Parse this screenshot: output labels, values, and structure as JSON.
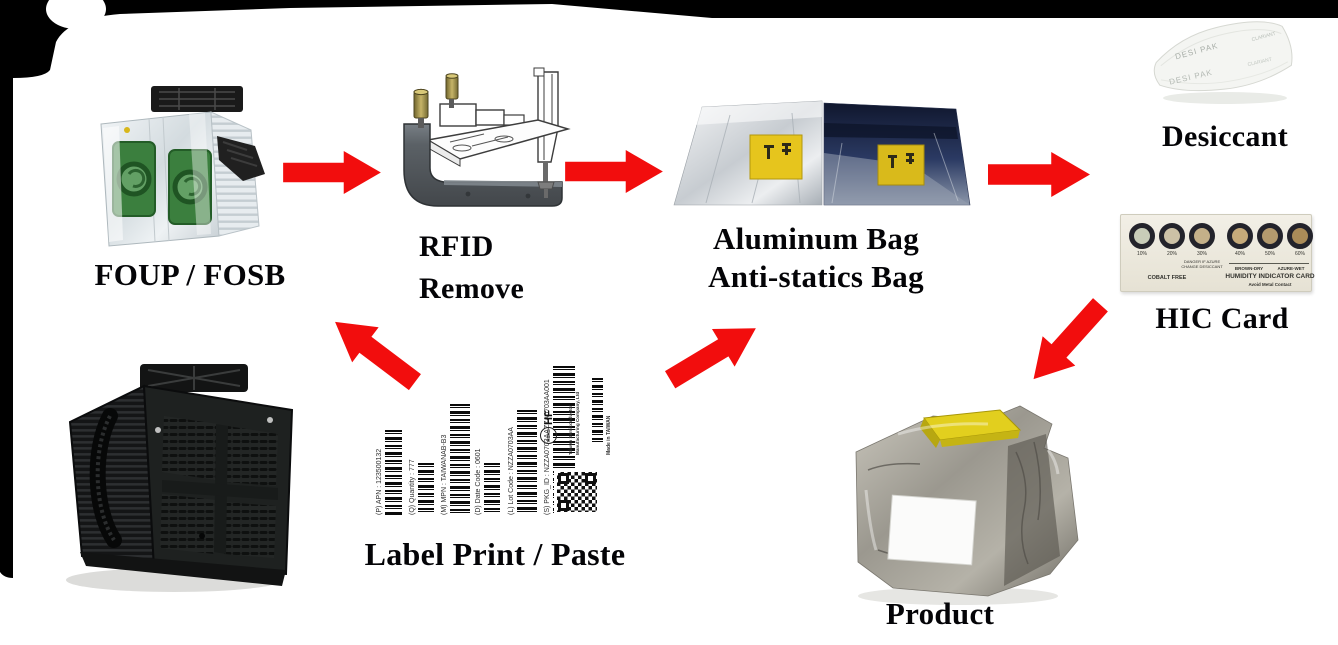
{
  "colors": {
    "arrow": "#f20d0d"
  },
  "flow": {
    "foup": {
      "label": "FOUP / FOSB"
    },
    "rfid": {
      "line1": "RFID",
      "line2": "Remove"
    },
    "bags": {
      "line1": "Aluminum Bag",
      "line2": "Anti-statics Bag"
    },
    "desiccant": {
      "label": "Desiccant",
      "packet_brand": "DESI PAK",
      "packet_maker": "CLARIANT"
    },
    "hic": {
      "label": "HIC Card",
      "card": {
        "percents": [
          "10%",
          "20%",
          "30%",
          "40%",
          "50%",
          "60%"
        ],
        "danger_line1": "DANGER IF AZURE",
        "danger_line2": "CHANGE DESICCANT",
        "cobalt_free": "COBALT FREE",
        "legend_dry": "BROWN-DRY",
        "legend_wet": "AZURE-WET",
        "title": "HUMIDITY INDICATOR CARD",
        "subtitle": "Avoid Metal Contact",
        "circle_fills": [
          "#c8ccb8",
          "#ccc1a6",
          "#c4b089",
          "#c6aa7a",
          "#b49a6e",
          "#aa8b58"
        ]
      }
    },
    "product": {
      "label": "Product"
    },
    "label_print": {
      "label": "Label Print / Paste",
      "barcodes": [
        {
          "text": "(P) APN : 123500132"
        },
        {
          "text": "(Q) Quantity : 777"
        },
        {
          "text": "(M) MPN : TAIWANAB-B3"
        },
        {
          "text": "(D) Date Code : 0601"
        },
        {
          "text": "(L) Lot Code : NZZA0703AA"
        },
        {
          "text": "(S) PKG_ID : NZZA0703AAZZA0703AA001"
        }
      ],
      "rohs": "RoHS",
      "hf": "HF",
      "company_line1": "Taiwan Semiconductor",
      "company_line2": "Manufacturing Company, Ltd",
      "made_in": "Made in TAIWAN"
    }
  }
}
